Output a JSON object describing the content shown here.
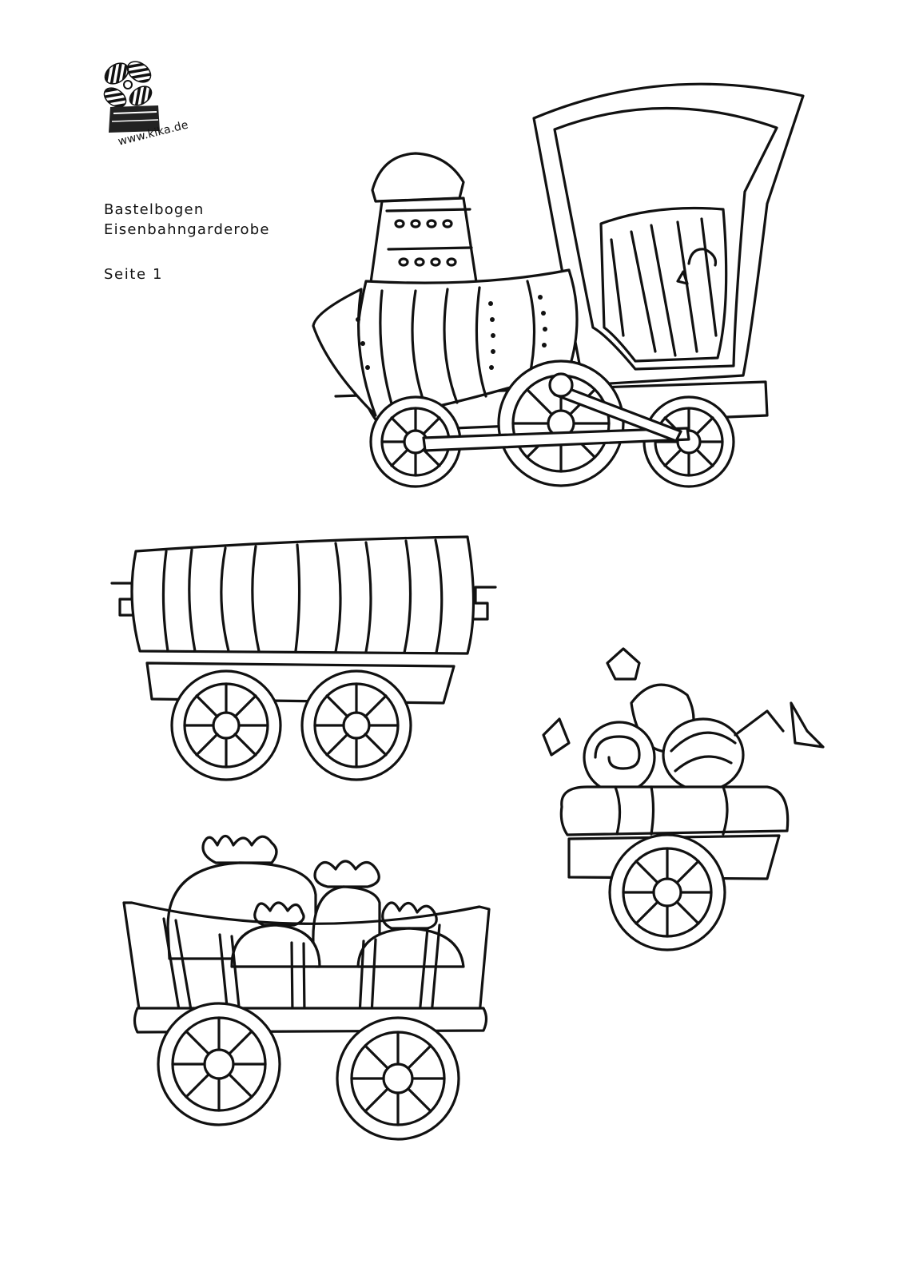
{
  "logo": {
    "url_text": "www.kika.de"
  },
  "heading": {
    "line1": "Bastelbogen",
    "line2": "Eisenbahngarderobe"
  },
  "page_label": "Seite 1"
}
